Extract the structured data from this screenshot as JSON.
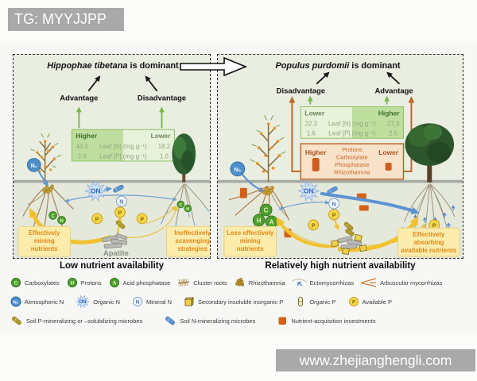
{
  "watermarks": {
    "top": "TG: MYYJJPP",
    "bottom": "www.zhejianghengli.com"
  },
  "colors": {
    "panel_bg": "#e9eee1",
    "green_accent": "#7cb84c",
    "orange_accent": "#c35f1e",
    "yellow_arrow": "#f2c12e",
    "blue_accent": "#5b93d4",
    "highlight_box_bg": "#fcecac"
  },
  "symbols": {
    "n2": "N₂",
    "on": "ON",
    "n": "N",
    "p": "P",
    "c": "C",
    "h": "H",
    "a": "A"
  },
  "left_panel": {
    "title_species": "Hippophae tibetana",
    "title_suffix": " is dominant",
    "advantage": "Advantage",
    "disadvantage": "Disadvantage",
    "table": {
      "higher": "Higher",
      "lower": "Lower",
      "rows": [
        {
          "v1": "44.0",
          "label": "Leaf [N] (mg g⁻¹)",
          "v2": "18.2"
        },
        {
          "v1": "2.9",
          "label": "Leaf [P] (mg g⁻¹)",
          "v2": "1.6"
        }
      ]
    },
    "apatite_label": "Apatite",
    "mining_box": [
      "Effectively",
      "mining",
      "nutrients"
    ],
    "scavenging_box": [
      "Ineffectively",
      "scavenging",
      "strategies"
    ],
    "caption": "Low nutrient availability"
  },
  "right_panel": {
    "title_species": "Populus purdomii",
    "title_suffix": " is dominant",
    "advantage": "Advantage",
    "disadvantage": "Disadvantage",
    "table": {
      "lower": "Lower",
      "higher": "Higher",
      "rows": [
        {
          "v1": "22.3",
          "label": "Leaf [N] (mg g⁻¹)",
          "v2": "27.3"
        },
        {
          "v1": "1.6",
          "label": "Leaf [P] (mg g⁻¹)",
          "v2": "2.5"
        }
      ]
    },
    "orange_box": {
      "higher": "Higher",
      "lower": "Lower",
      "items": [
        "Protons",
        "Carboxylate",
        "Phosphatase",
        "Rhizothamnia"
      ]
    },
    "mining_box": [
      "Less effectively",
      "mining",
      "nutrients"
    ],
    "absorbing_box": [
      "Effectively",
      "absorbing",
      "available nutrients"
    ],
    "caption": "Relatively high nutrient availability"
  },
  "legend": {
    "row1": [
      {
        "symbol": "C",
        "label": "Carboxylates"
      },
      {
        "symbol": "H",
        "label": "Protons"
      },
      {
        "symbol": "A",
        "label": "Acid phosphatase"
      },
      {
        "label": "Cluster roots"
      },
      {
        "label": "Rhizothamnia"
      },
      {
        "label": "Ectomycorrhizas"
      },
      {
        "label": "Arbuscular mycorrhizas"
      }
    ],
    "row2": [
      {
        "symbol": "N₂",
        "label": "Atmospheric N"
      },
      {
        "symbol": "ON",
        "label": "Organic N"
      },
      {
        "symbol": "N",
        "label": "Mineral N"
      },
      {
        "label": "Secondary insoluble inorganic P"
      },
      {
        "label": "Organic P"
      },
      {
        "symbol": "P",
        "label": "Available P"
      }
    ],
    "row3": [
      {
        "label": "Soil P-mineralizing or –solubilizing microbes"
      },
      {
        "label": "Soil N-mineralizing microbes"
      },
      {
        "label": "Nutrient-acquisition investments"
      }
    ]
  }
}
